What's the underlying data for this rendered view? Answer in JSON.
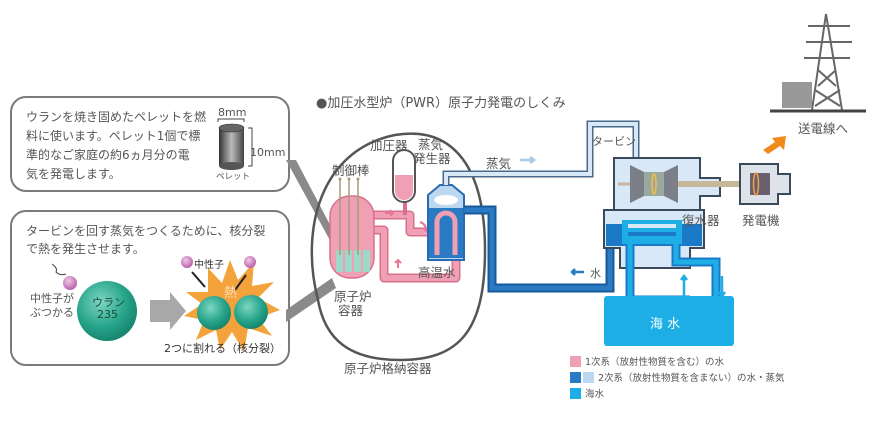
{
  "title": "●加圧水型炉（PWR）原子力発電のしくみ",
  "pellet_box": {
    "lines": [
      "ウランを焼き固めたペレットを燃",
      "料に使います。ペレット1個で標",
      "準的なご家庭の約6ヵ月分の電",
      "気を発電します。"
    ],
    "width_label": "8mm",
    "height_label": "10mm",
    "pellet_label": "ペレット"
  },
  "fission_box": {
    "lines": [
      "タービンを回す蒸気をつくるために、核分裂",
      "で熱を発生させます。"
    ],
    "neutron_hits": [
      "中性子が",
      "ぶつかる"
    ],
    "uranium": [
      "ウラン",
      "235"
    ],
    "neutron_label": "中性子",
    "heat_label": "熱",
    "split_label": "2つに割れる（核分裂）"
  },
  "plant": {
    "control_rod": "制御棒",
    "pressurizer": "加圧器",
    "steam_generator": [
      "蒸気",
      "発生器"
    ],
    "steam": "蒸気",
    "hot_water": "高温水",
    "reactor_vessel": [
      "原子炉",
      "容器"
    ],
    "containment": "原子炉格納容器",
    "turbine": "タービン",
    "condenser": "復水器",
    "generator": "発電機",
    "transmission": "送電線へ",
    "water": "水",
    "seawater": "海 水"
  },
  "legend": [
    {
      "label": "1次系（放射性物質を含む）の水",
      "colors": [
        "#f0a0b4"
      ]
    },
    {
      "label": "2次系（放射性物質を含まない）の水・蒸気",
      "colors": [
        "#2a7ac4",
        "#bcd8f0"
      ]
    },
    {
      "label": "海水",
      "colors": [
        "#1eaee6"
      ]
    }
  ],
  "colors": {
    "primary": "#f0a0b4",
    "secondary_dark": "#2a7ac4",
    "secondary_light": "#bcd8f0",
    "seawater": "#1eaee6",
    "uranium": "#2aa88e",
    "neutron": "#c774b8",
    "heat": "#f4a23c",
    "arrow_orange": "#f08a1c"
  }
}
